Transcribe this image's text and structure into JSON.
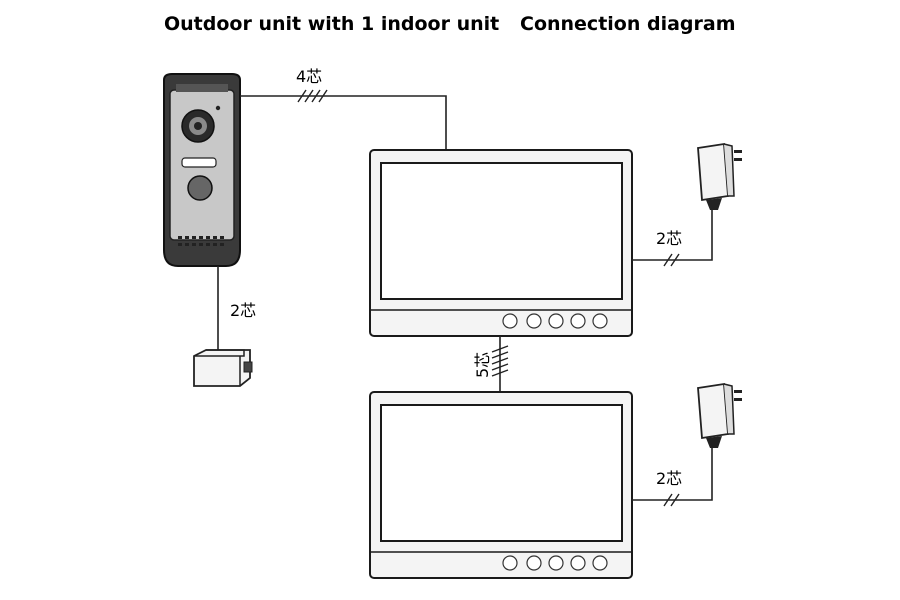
{
  "title": {
    "left": "Outdoor unit with 1 indoor unit",
    "right": "Connection diagram"
  },
  "labels": {
    "outdoor_to_monitor": "4芯",
    "outdoor_to_lock": "2芯",
    "monitor_to_monitor": "5芯",
    "monitor1_power": "2芯",
    "monitor2_power": "2芯"
  },
  "icons": {
    "outdoor_unit": "doorbell-camera-icon",
    "lock": "electric-lock-icon",
    "monitor": "indoor-monitor-icon",
    "adapter": "power-adapter-icon"
  },
  "colors": {
    "line": "#222222",
    "outdoor_body": "#3a3a3a",
    "outdoor_face": "#c8c8c8"
  }
}
